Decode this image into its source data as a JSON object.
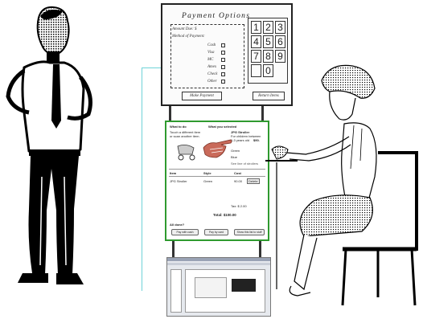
{
  "sketch": {
    "title": "Payment Options",
    "labels": [
      "Amount Due: $",
      "Method of Payment:",
      "Cash",
      "Visa",
      "MC",
      "Amex",
      "Check",
      "Other"
    ],
    "keypad": [
      "1",
      "2",
      "3",
      "4",
      "5",
      "6",
      "7",
      "8",
      "9",
      "0",
      ""
    ],
    "buttons": [
      "Make Payment",
      "Return Items"
    ]
  },
  "screen": {
    "what_to_do": "What to do",
    "instructions": [
      "Touch a different item",
      "or scan another item."
    ],
    "what_selected": "What you selected",
    "product_name": "JPG Stroller",
    "product_desc": [
      "For children between",
      "1-3 years old"
    ],
    "product_price": "$90.",
    "option_lines": [
      "Green",
      "Blue",
      "See line of strollers"
    ],
    "table_headers": [
      "Item",
      "Style",
      "Cost"
    ],
    "row": {
      "item": "JPG Stroller",
      "style": "Green",
      "cost": "90.00",
      "action": "Delete"
    },
    "tax": "Tax:  $ 2.00",
    "total": "Total:   $100.00",
    "all_done": "All done?",
    "buttons": [
      "Pay with cash",
      "Pay by card",
      "Show this list to stuff"
    ]
  }
}
